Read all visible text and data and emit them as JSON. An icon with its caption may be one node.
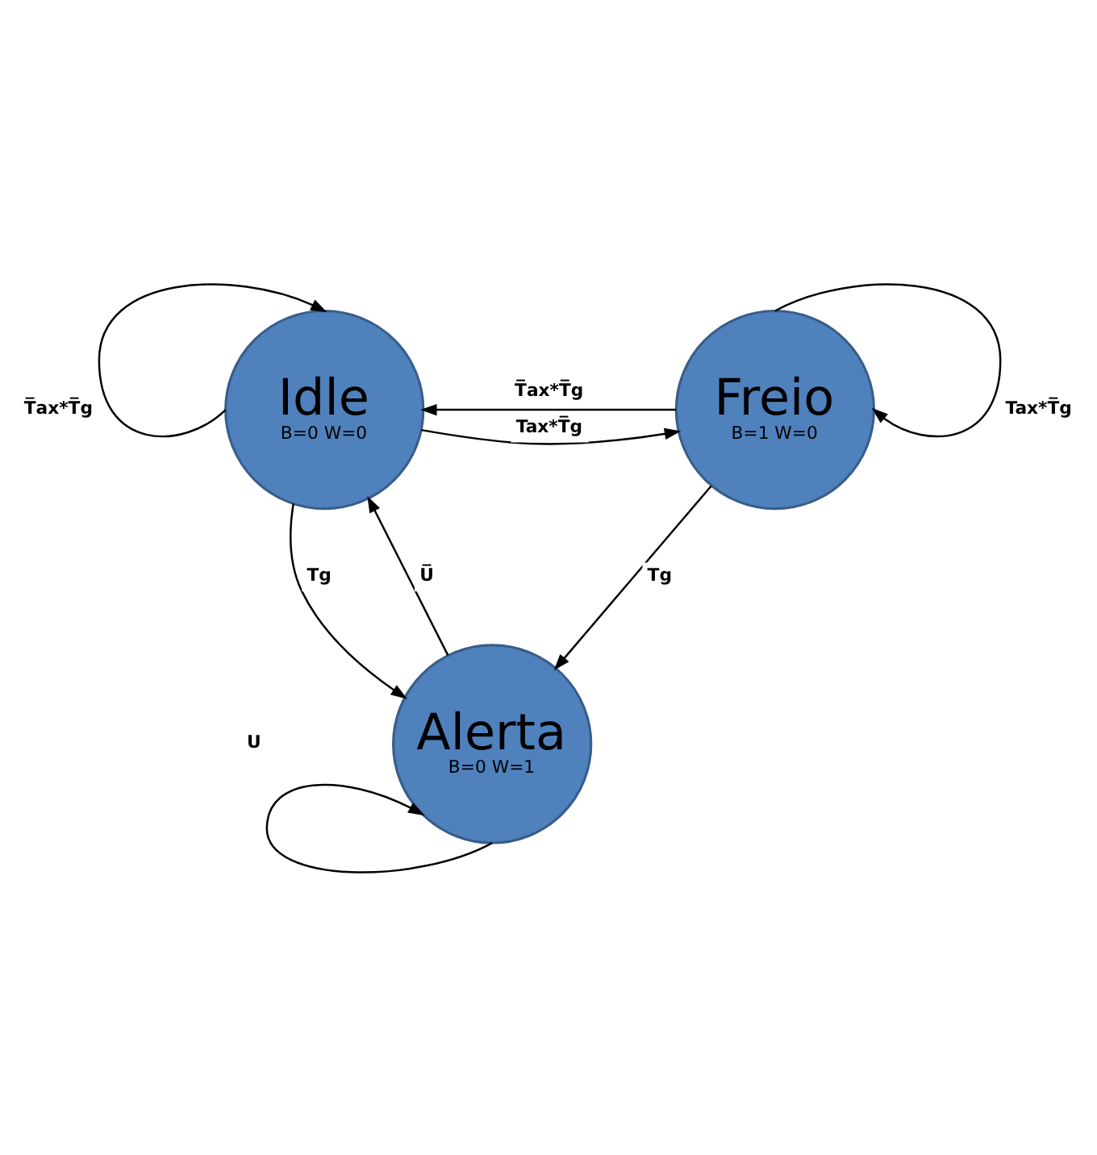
{
  "diagram": {
    "nodes": [
      {
        "text": [
          "Idle",
          "B=0 W=0"
        ]
      },
      {
        "text": [
          "Freio",
          "B=1 W=0"
        ]
      },
      {
        "text": [
          "Alerta",
          "B=0 W=1"
        ]
      }
    ],
    "edges": [
      {
        "from": 0,
        "to": 0,
        "arrow": "to",
        "label": "T̅ax*T̅g"
      },
      {
        "from": 1,
        "to": 1,
        "arrow": "to",
        "label": "Tax*T̅g"
      },
      {
        "from": 1,
        "to": 0,
        "arrow": "to",
        "label": "T̅ax*T̅g"
      },
      {
        "from": 0,
        "to": 1,
        "arrow": "to",
        "label": "Tax*T̅g"
      },
      {
        "from": 1,
        "to": 2,
        "arrow": "to",
        "label": "Tg"
      },
      {
        "from": 0,
        "to": 2,
        "arrow": "to",
        "label": "Tg"
      },
      {
        "from": 2,
        "to": 0,
        "arrow": "to",
        "label": "U̅"
      },
      {
        "from": 2,
        "to": 2,
        "arrow": "to",
        "label": "U"
      }
    ]
  }
}
